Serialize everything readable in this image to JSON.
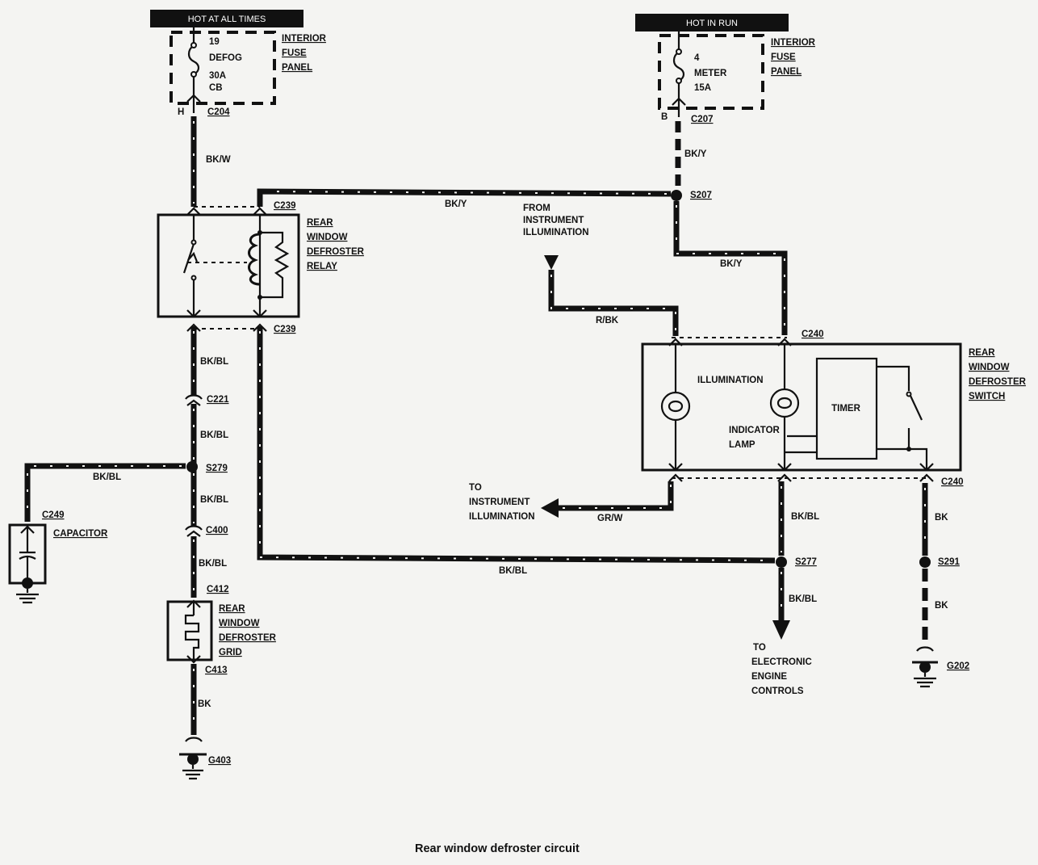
{
  "caption": "Rear window defroster circuit",
  "power": {
    "left_banner": "HOT AT ALL TIMES",
    "right_banner": "HOT IN RUN"
  },
  "fuse_left": {
    "number": "19",
    "name": "DEFOG",
    "rating": "30A",
    "type": "CB",
    "panel_label": [
      "INTERIOR",
      "FUSE",
      "PANEL"
    ],
    "pin": "H"
  },
  "fuse_right": {
    "number": "4",
    "name": "METER",
    "rating": "15A",
    "panel_label": [
      "INTERIOR",
      "FUSE",
      "PANEL"
    ],
    "pin": "B"
  },
  "connectors": {
    "c204": "C204",
    "c207": "C207",
    "c239_top": "C239",
    "c239_bottom": "C239",
    "c221": "C221",
    "c249": "C249",
    "c400": "C400",
    "c412": "C412",
    "c413": "C413",
    "c240_top": "C240",
    "c240_bottom": "C240"
  },
  "splices": {
    "s207": "S207",
    "s279": "S279",
    "s277": "S277",
    "s291": "S291"
  },
  "grounds": {
    "g403": "G403",
    "g202": "G202"
  },
  "wire_colors": {
    "bk_w": "BK/W",
    "bk_y_top": "BK/Y",
    "bk_y_mid": "BK/Y",
    "bk_y_right": "BK/Y",
    "bk_bl_1": "BK/BL",
    "bk_bl_2": "BK/BL",
    "bk_bl_cap": "BK/BL",
    "bk_bl_3": "BK/BL",
    "bk_bl_4": "BK/BL",
    "bk_bl_bottom": "BK/BL",
    "bk_bl_switch": "BK/BL",
    "bk_bl_eec": "BK/BL",
    "bk_grid": "BK",
    "bk_switch": "BK",
    "bk_g202": "BK",
    "r_bk": "R/BK",
    "gr_w": "GR/W"
  },
  "components": {
    "relay": [
      "REAR",
      "WINDOW",
      "DEFROSTER",
      "RELAY"
    ],
    "capacitor": "CAPACITOR",
    "grid": [
      "REAR",
      "WINDOW",
      "DEFROSTER",
      "GRID"
    ],
    "switch": [
      "REAR",
      "WINDOW",
      "DEFROSTER",
      "SWITCH"
    ],
    "illumination": "ILLUMINATION",
    "indicator_lamp": [
      "INDICATOR",
      "LAMP"
    ],
    "timer": "TIMER"
  },
  "notes": {
    "from_illum": [
      "FROM",
      "INSTRUMENT",
      "ILLUMINATION"
    ],
    "to_illum": [
      "TO",
      "INSTRUMENT",
      "ILLUMINATION"
    ],
    "to_eec": [
      "TO",
      "ELECTRONIC",
      "ENGINE",
      "CONTROLS"
    ]
  }
}
